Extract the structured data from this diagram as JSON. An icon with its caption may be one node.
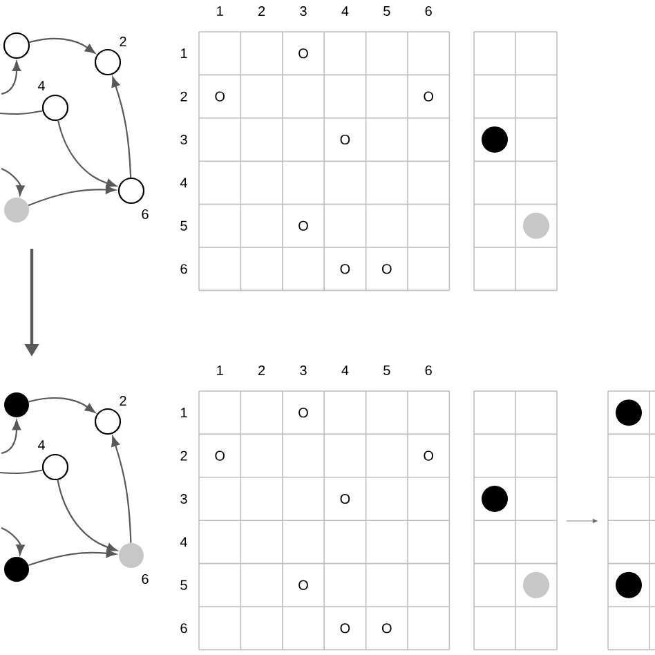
{
  "diagram": {
    "nodes": [
      {
        "text": [],
        "shape": "circle"
      },
      {
        "text": [],
        "shape": "circle",
        "beside": [
          "2"
        ]
      },
      {
        "text": [],
        "shape": "circle",
        "beside": [
          "4"
        ]
      },
      {
        "text": [],
        "shape": "circle"
      },
      {
        "text": [],
        "shape": "circle",
        "beside": [
          "6"
        ]
      },
      {
        "text": [],
        "shape": "circle"
      },
      {
        "text": [],
        "shape": "circle",
        "beside": [
          "2"
        ]
      },
      {
        "text": [],
        "shape": "circle",
        "beside": [
          "4"
        ]
      },
      {
        "text": [],
        "shape": "circle"
      },
      {
        "text": [],
        "shape": "circle",
        "beside": [
          "6"
        ]
      },
      {
        "text": [],
        "shape": "circle"
      },
      {
        "text": [],
        "shape": "circle"
      },
      {
        "text": [],
        "shape": "circle"
      },
      {
        "text": [],
        "shape": "circle"
      },
      {
        "text": [],
        "shape": "circle"
      },
      {
        "text": [],
        "shape": "circle"
      }
    ],
    "edges": [
      {
        "from": null,
        "to": 0,
        "arrow": "to"
      },
      {
        "from": 0,
        "to": 1,
        "arrow": "to"
      },
      {
        "from": 2,
        "to": null,
        "arrow": "none"
      },
      {
        "from": 2,
        "to": 4,
        "arrow": "to"
      },
      {
        "from": 4,
        "to": 1,
        "arrow": "to"
      },
      {
        "from": null,
        "to": 3,
        "arrow": "to"
      },
      {
        "from": 3,
        "to": 4,
        "arrow": "to"
      },
      {
        "from": null,
        "to": 5,
        "arrow": "to"
      },
      {
        "from": 5,
        "to": 6,
        "arrow": "to"
      },
      {
        "from": 7,
        "to": null,
        "arrow": "none"
      },
      {
        "from": 7,
        "to": 9,
        "arrow": "to"
      },
      {
        "from": 9,
        "to": 6,
        "arrow": "to"
      },
      {
        "from": null,
        "to": 8,
        "arrow": "to"
      },
      {
        "from": 8,
        "to": 9,
        "arrow": "to"
      }
    ],
    "labels": [
      "1",
      "2",
      "3",
      "4",
      "5",
      "6",
      "1",
      "O",
      "2",
      "O",
      "O",
      "3",
      "O",
      "4",
      "5",
      "O",
      "6",
      "O",
      "O",
      "1",
      "2",
      "3",
      "4",
      "5",
      "6",
      "1",
      "O",
      "2",
      "O",
      "O",
      "3",
      "O",
      "4",
      "5",
      "O",
      "6",
      "O",
      "O"
    ]
  }
}
